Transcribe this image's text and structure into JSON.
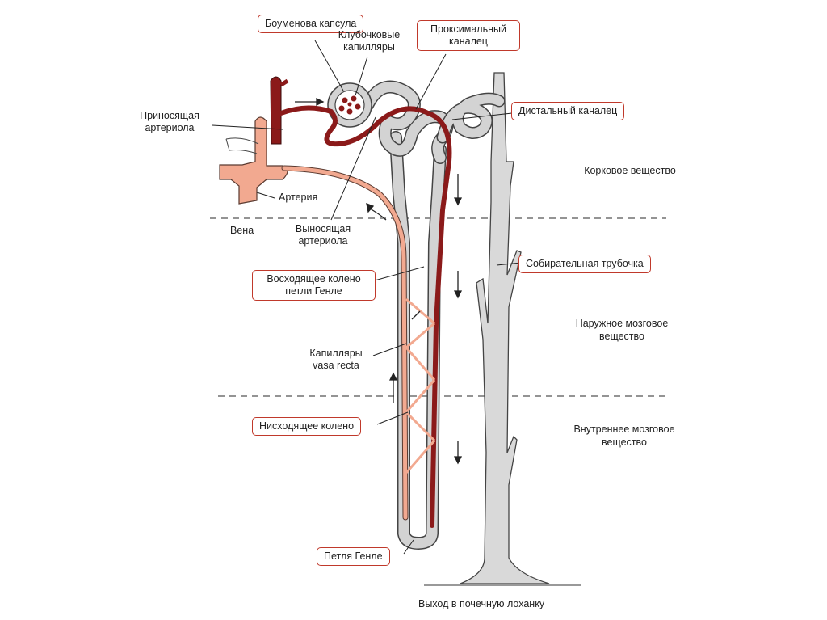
{
  "labels": {
    "bowman_capsule": "Боуменова капсула",
    "glomerular_capillaries": "Клубочковые капилляры",
    "proximal_tubule": "Проксимальный каналец",
    "afferent_arteriole": "Приносящая артериола",
    "distal_tubule": "Дистальный каналец",
    "artery": "Артерия",
    "vein": "Вена",
    "efferent_arteriole": "Выносящая артериола",
    "ascending_limb": "Восходящее колено петли Генле",
    "collecting_duct": "Собирательная трубочка",
    "vasa_recta": "Капилляры vasa recta",
    "descending_limb": "Нисходящее колено",
    "loop_of_henle": "Петля Генле",
    "exit": "Выход в почечную лоханку"
  },
  "zones": {
    "cortex": "Корковое вещество",
    "outer_medulla": "Наружное мозговое вещество",
    "inner_medulla": "Внутреннее мозговое вещество"
  },
  "colors": {
    "label_border": "#c0392b",
    "artery_dark": "#8b1a1a",
    "vessel_light": "#f2a990",
    "tubule_gray": "#cfcfcf"
  }
}
